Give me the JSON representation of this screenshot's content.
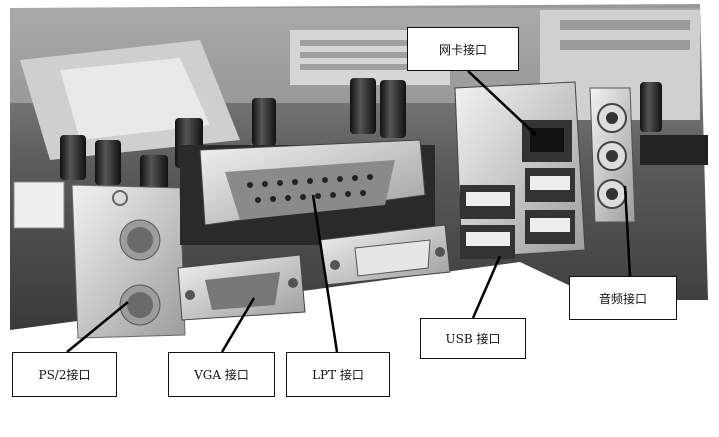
{
  "figure": {
    "description_labels": {
      "net": "网卡接口",
      "audio": "音频接口",
      "usb": "USB 接口",
      "ps2": "PS/2接口",
      "vga": "VGA 接口",
      "lpt": "LPT 接口"
    }
  },
  "colors": {
    "board_dark": "#1e1e1e",
    "metal": "#c8c8c8",
    "background": "#ffffff"
  }
}
